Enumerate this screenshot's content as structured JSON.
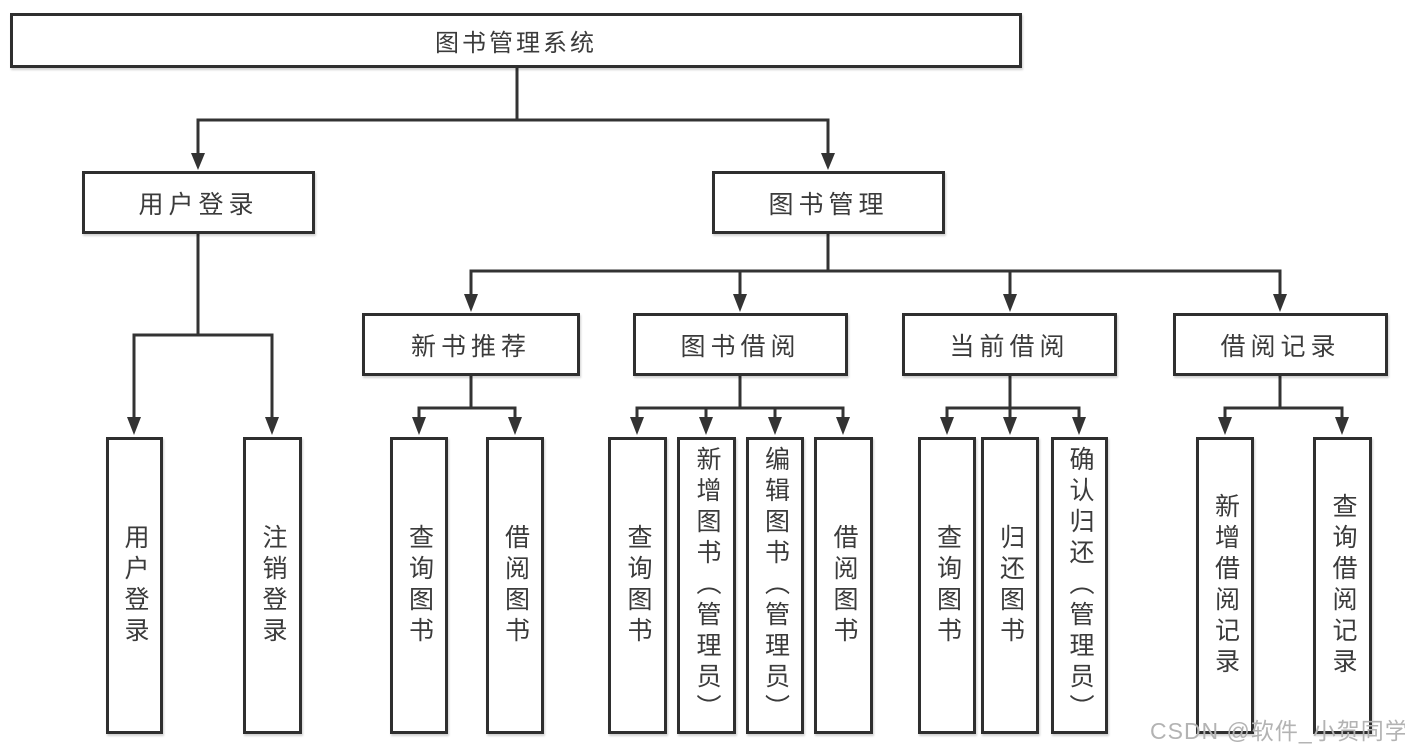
{
  "diagram": {
    "root": {
      "label": "图书管理系统"
    },
    "branches": [
      {
        "label": "用户登录",
        "children": [
          {
            "label": "用户登录"
          },
          {
            "label": "注销登录"
          }
        ]
      },
      {
        "label": "图书管理",
        "children": [
          {
            "label": "新书推荐",
            "children": [
              {
                "label": "查询图书"
              },
              {
                "label": "借阅图书"
              }
            ]
          },
          {
            "label": "图书借阅",
            "children": [
              {
                "label": "查询图书"
              },
              {
                "label": "新增图书（管理员）"
              },
              {
                "label": "编辑图书（管理员）"
              },
              {
                "label": "借阅图书"
              }
            ]
          },
          {
            "label": "当前借阅",
            "children": [
              {
                "label": "查询图书"
              },
              {
                "label": "归还图书"
              },
              {
                "label": "确认归还（管理员）"
              }
            ]
          },
          {
            "label": "借阅记录",
            "children": [
              {
                "label": "新增借阅记录"
              },
              {
                "label": "查询借阅记录"
              }
            ]
          }
        ]
      }
    ]
  },
  "watermark": {
    "text": "CSDN @软件_小贺同学"
  },
  "colors": {
    "line": "#333333",
    "border": "#2f2f2f",
    "text": "#3b3b3b",
    "watermark": "#b3b3b3",
    "background": "#ffffff"
  }
}
